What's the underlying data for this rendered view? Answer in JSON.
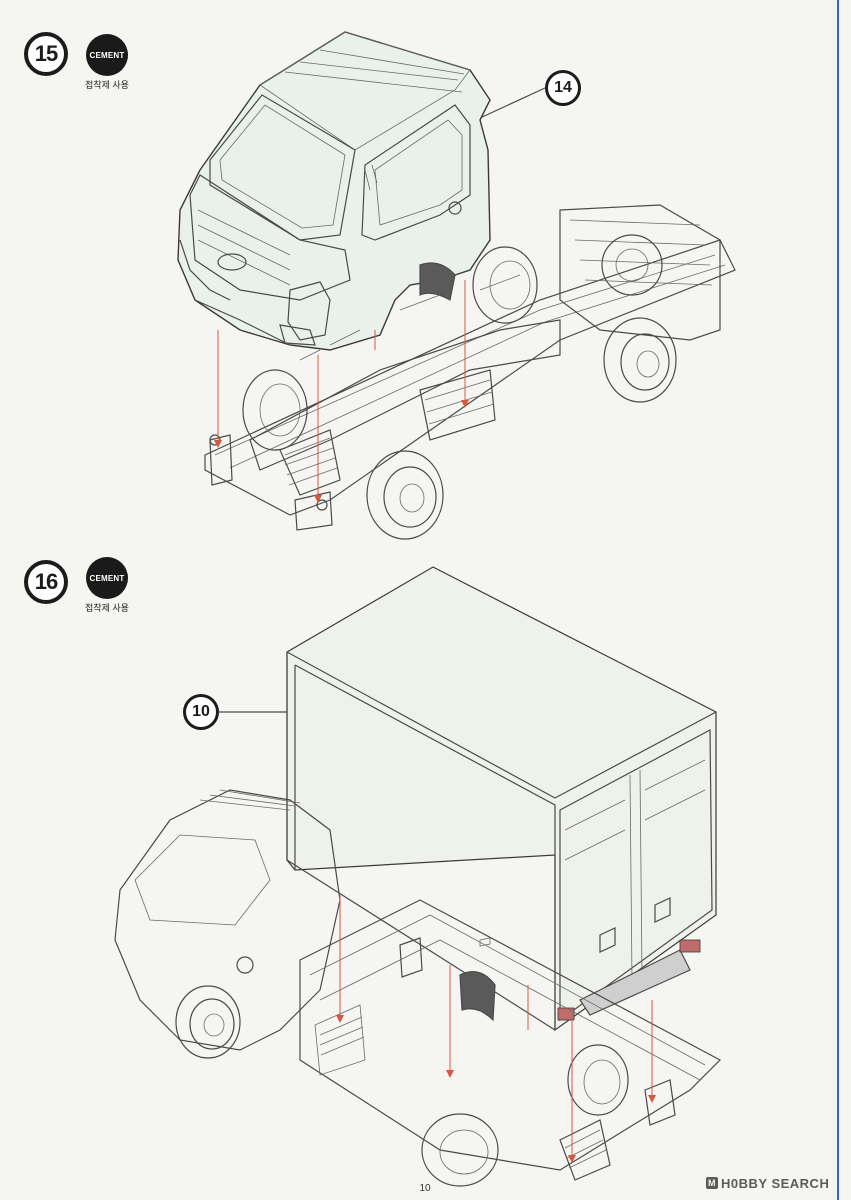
{
  "step_15": {
    "number": "15",
    "cement_label": "CEMENT",
    "cement_caption": "접착제 사용",
    "callout_part": "14"
  },
  "step_16": {
    "number": "16",
    "cement_label": "CEMENT",
    "cement_caption": "접착제 사용",
    "callout_part": "10"
  },
  "footer": {
    "page_number": "10",
    "watermark": "H0BBY SEARCH",
    "watermark_logo": "M"
  },
  "colors": {
    "part_highlight": "#e9f1ea",
    "arrow": "#d8583f",
    "page_edge_rule": "#3b63c6",
    "ink": "#1c1c1c"
  },
  "icons": [
    "cement-icon",
    "assembly-arrow-icon"
  ]
}
